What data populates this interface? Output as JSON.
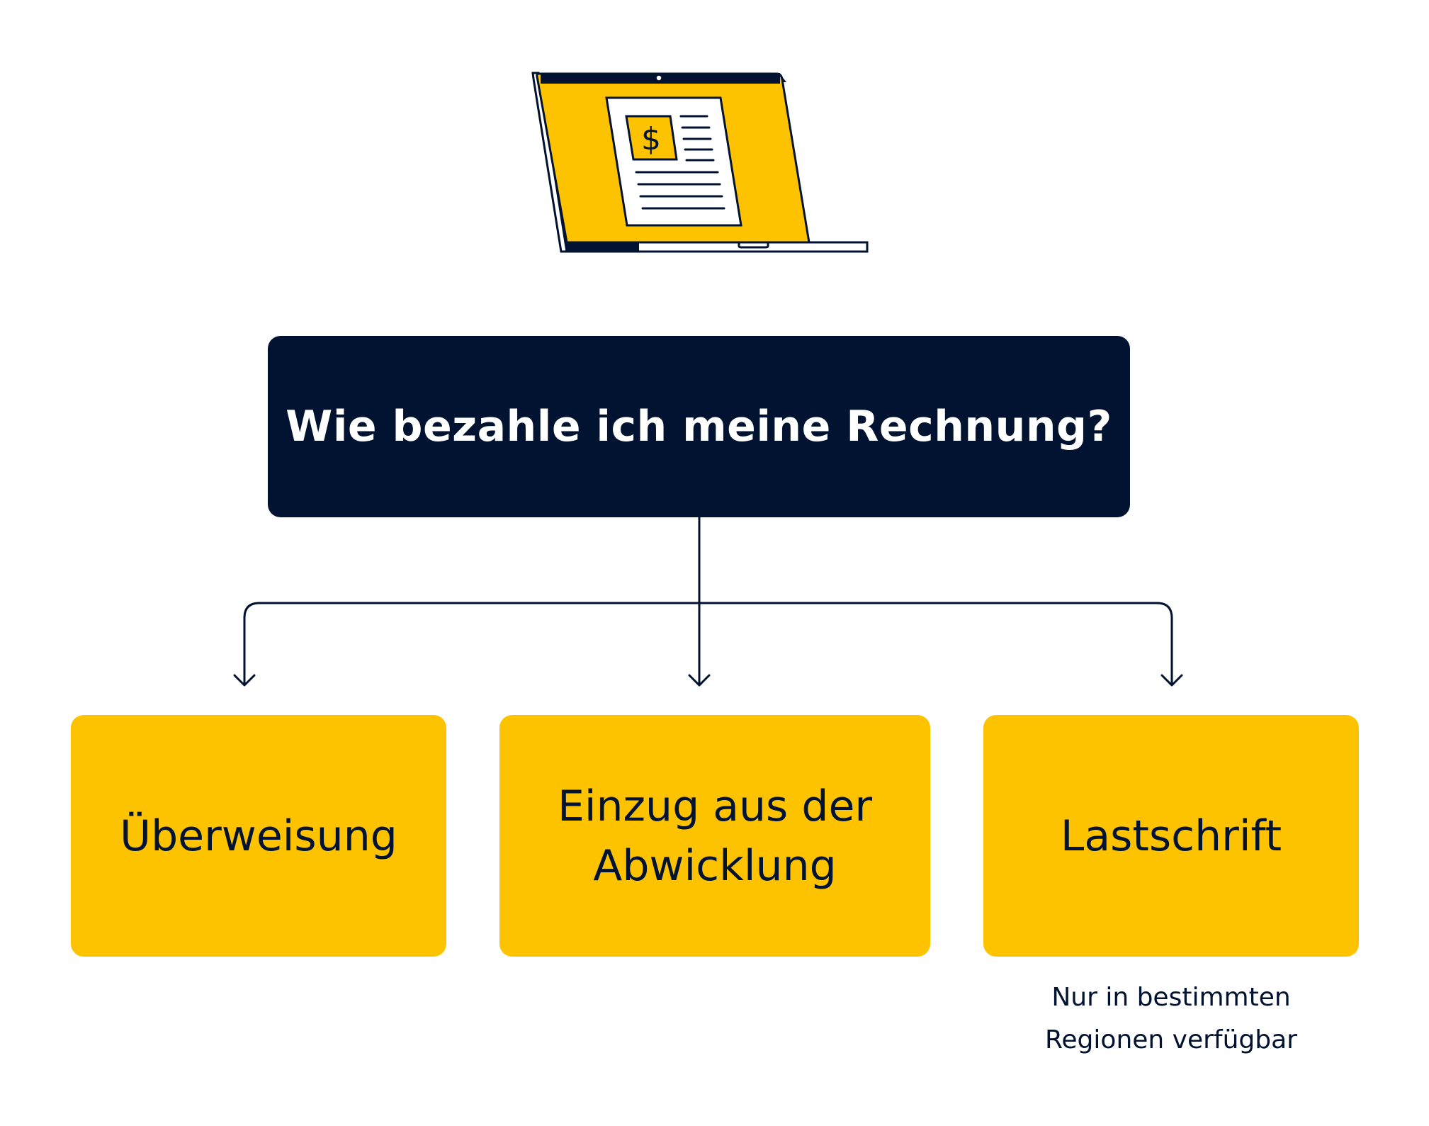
{
  "illustration": {
    "icon": "laptop-invoice-icon",
    "currency_symbol": "$"
  },
  "question": "Wie bezahle ich meine Rechnung?",
  "options": [
    {
      "label_lines": [
        "Überweisung"
      ]
    },
    {
      "label_lines": [
        "Einzug aus der",
        "Abwicklung"
      ]
    },
    {
      "label_lines": [
        "Lastschrift"
      ]
    }
  ],
  "note_lines": [
    "Nur in bestimmten",
    "Regionen verfügbar"
  ],
  "colors": {
    "navy": "#011330",
    "yellow": "#fec300",
    "white": "#ffffff"
  }
}
